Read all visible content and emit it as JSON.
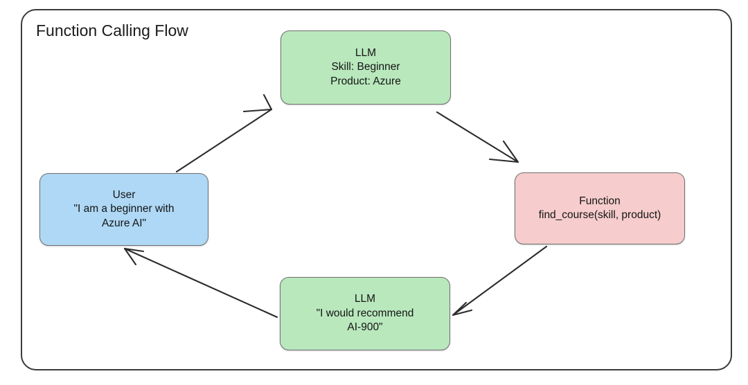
{
  "diagram": {
    "title": "Function Calling Flow",
    "type": "flow-diagram",
    "colors": {
      "green_fill": "#b9e8bd",
      "blue_fill": "#aed8f5",
      "pink_fill": "#f6cccc",
      "node_border": "#6f6f6f",
      "frame_border": "#3a3a3a",
      "edge_stroke": "#2b2b2b",
      "text": "#141414"
    },
    "nodes": [
      {
        "id": "llm-top",
        "name": "llm-request-node",
        "fill": "#b9e8bd",
        "lines": [
          "LLM",
          "Skill: Beginner",
          "Product: Azure"
        ]
      },
      {
        "id": "user",
        "name": "user-node",
        "fill": "#aed8f5",
        "lines": [
          "User",
          "\"I am a beginner with",
          "Azure AI\""
        ]
      },
      {
        "id": "function",
        "name": "function-node",
        "fill": "#f6cccc",
        "lines": [
          "Function",
          "find_course(skill, product)"
        ]
      },
      {
        "id": "llm-bottom",
        "name": "llm-response-node",
        "fill": "#b9e8bd",
        "lines": [
          "LLM",
          "\"I would recommend",
          "AI-900\""
        ]
      }
    ],
    "edges": [
      {
        "id": "edge-user-to-llm",
        "from": "user",
        "to": "llm-top",
        "label": ""
      },
      {
        "id": "edge-llm-to-function",
        "from": "llm-top",
        "to": "function",
        "label": ""
      },
      {
        "id": "edge-function-to-llm",
        "from": "function",
        "to": "llm-bottom",
        "label": ""
      },
      {
        "id": "edge-llm-to-user",
        "from": "llm-bottom",
        "to": "user",
        "label": ""
      }
    ]
  }
}
